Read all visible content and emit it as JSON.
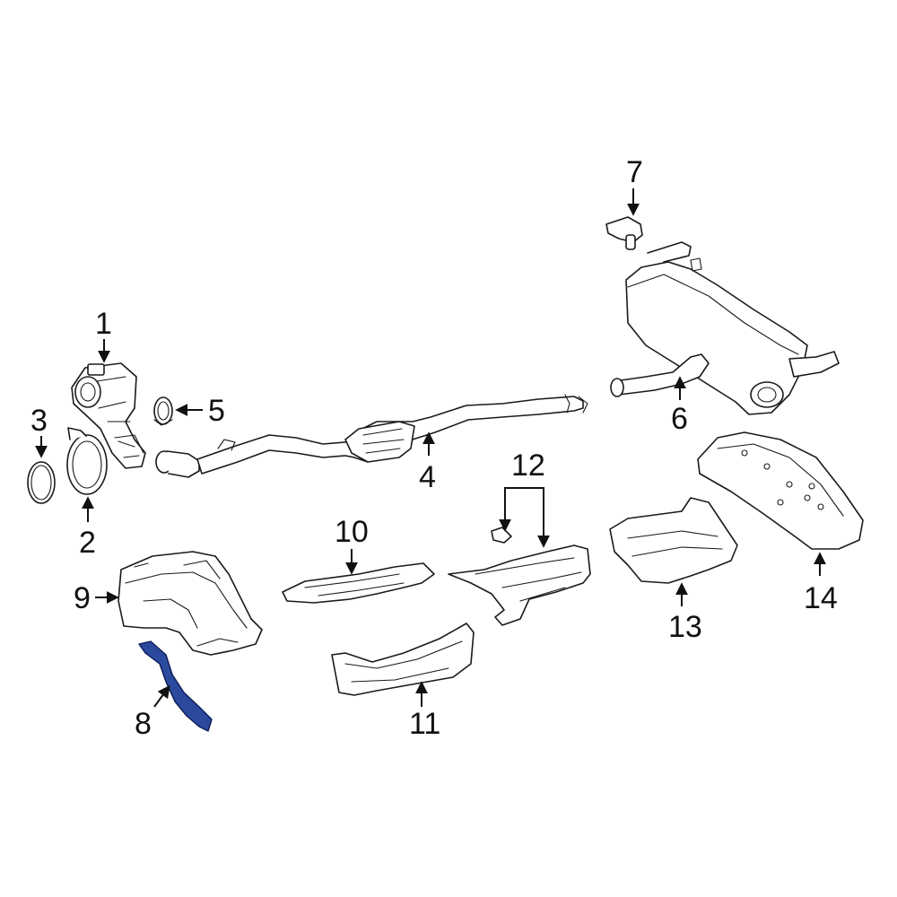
{
  "highlight_color": "#2b4a9e",
  "callouts": [
    {
      "id": "1",
      "label": "1"
    },
    {
      "id": "2",
      "label": "2"
    },
    {
      "id": "3",
      "label": "3"
    },
    {
      "id": "4",
      "label": "4"
    },
    {
      "id": "5",
      "label": "5"
    },
    {
      "id": "6",
      "label": "6"
    },
    {
      "id": "7",
      "label": "7"
    },
    {
      "id": "8",
      "label": "8"
    },
    {
      "id": "9",
      "label": "9"
    },
    {
      "id": "10",
      "label": "10"
    },
    {
      "id": "11",
      "label": "11"
    },
    {
      "id": "12",
      "label": "12"
    },
    {
      "id": "13",
      "label": "13"
    },
    {
      "id": "14",
      "label": "14"
    }
  ],
  "highlighted_part": "8"
}
